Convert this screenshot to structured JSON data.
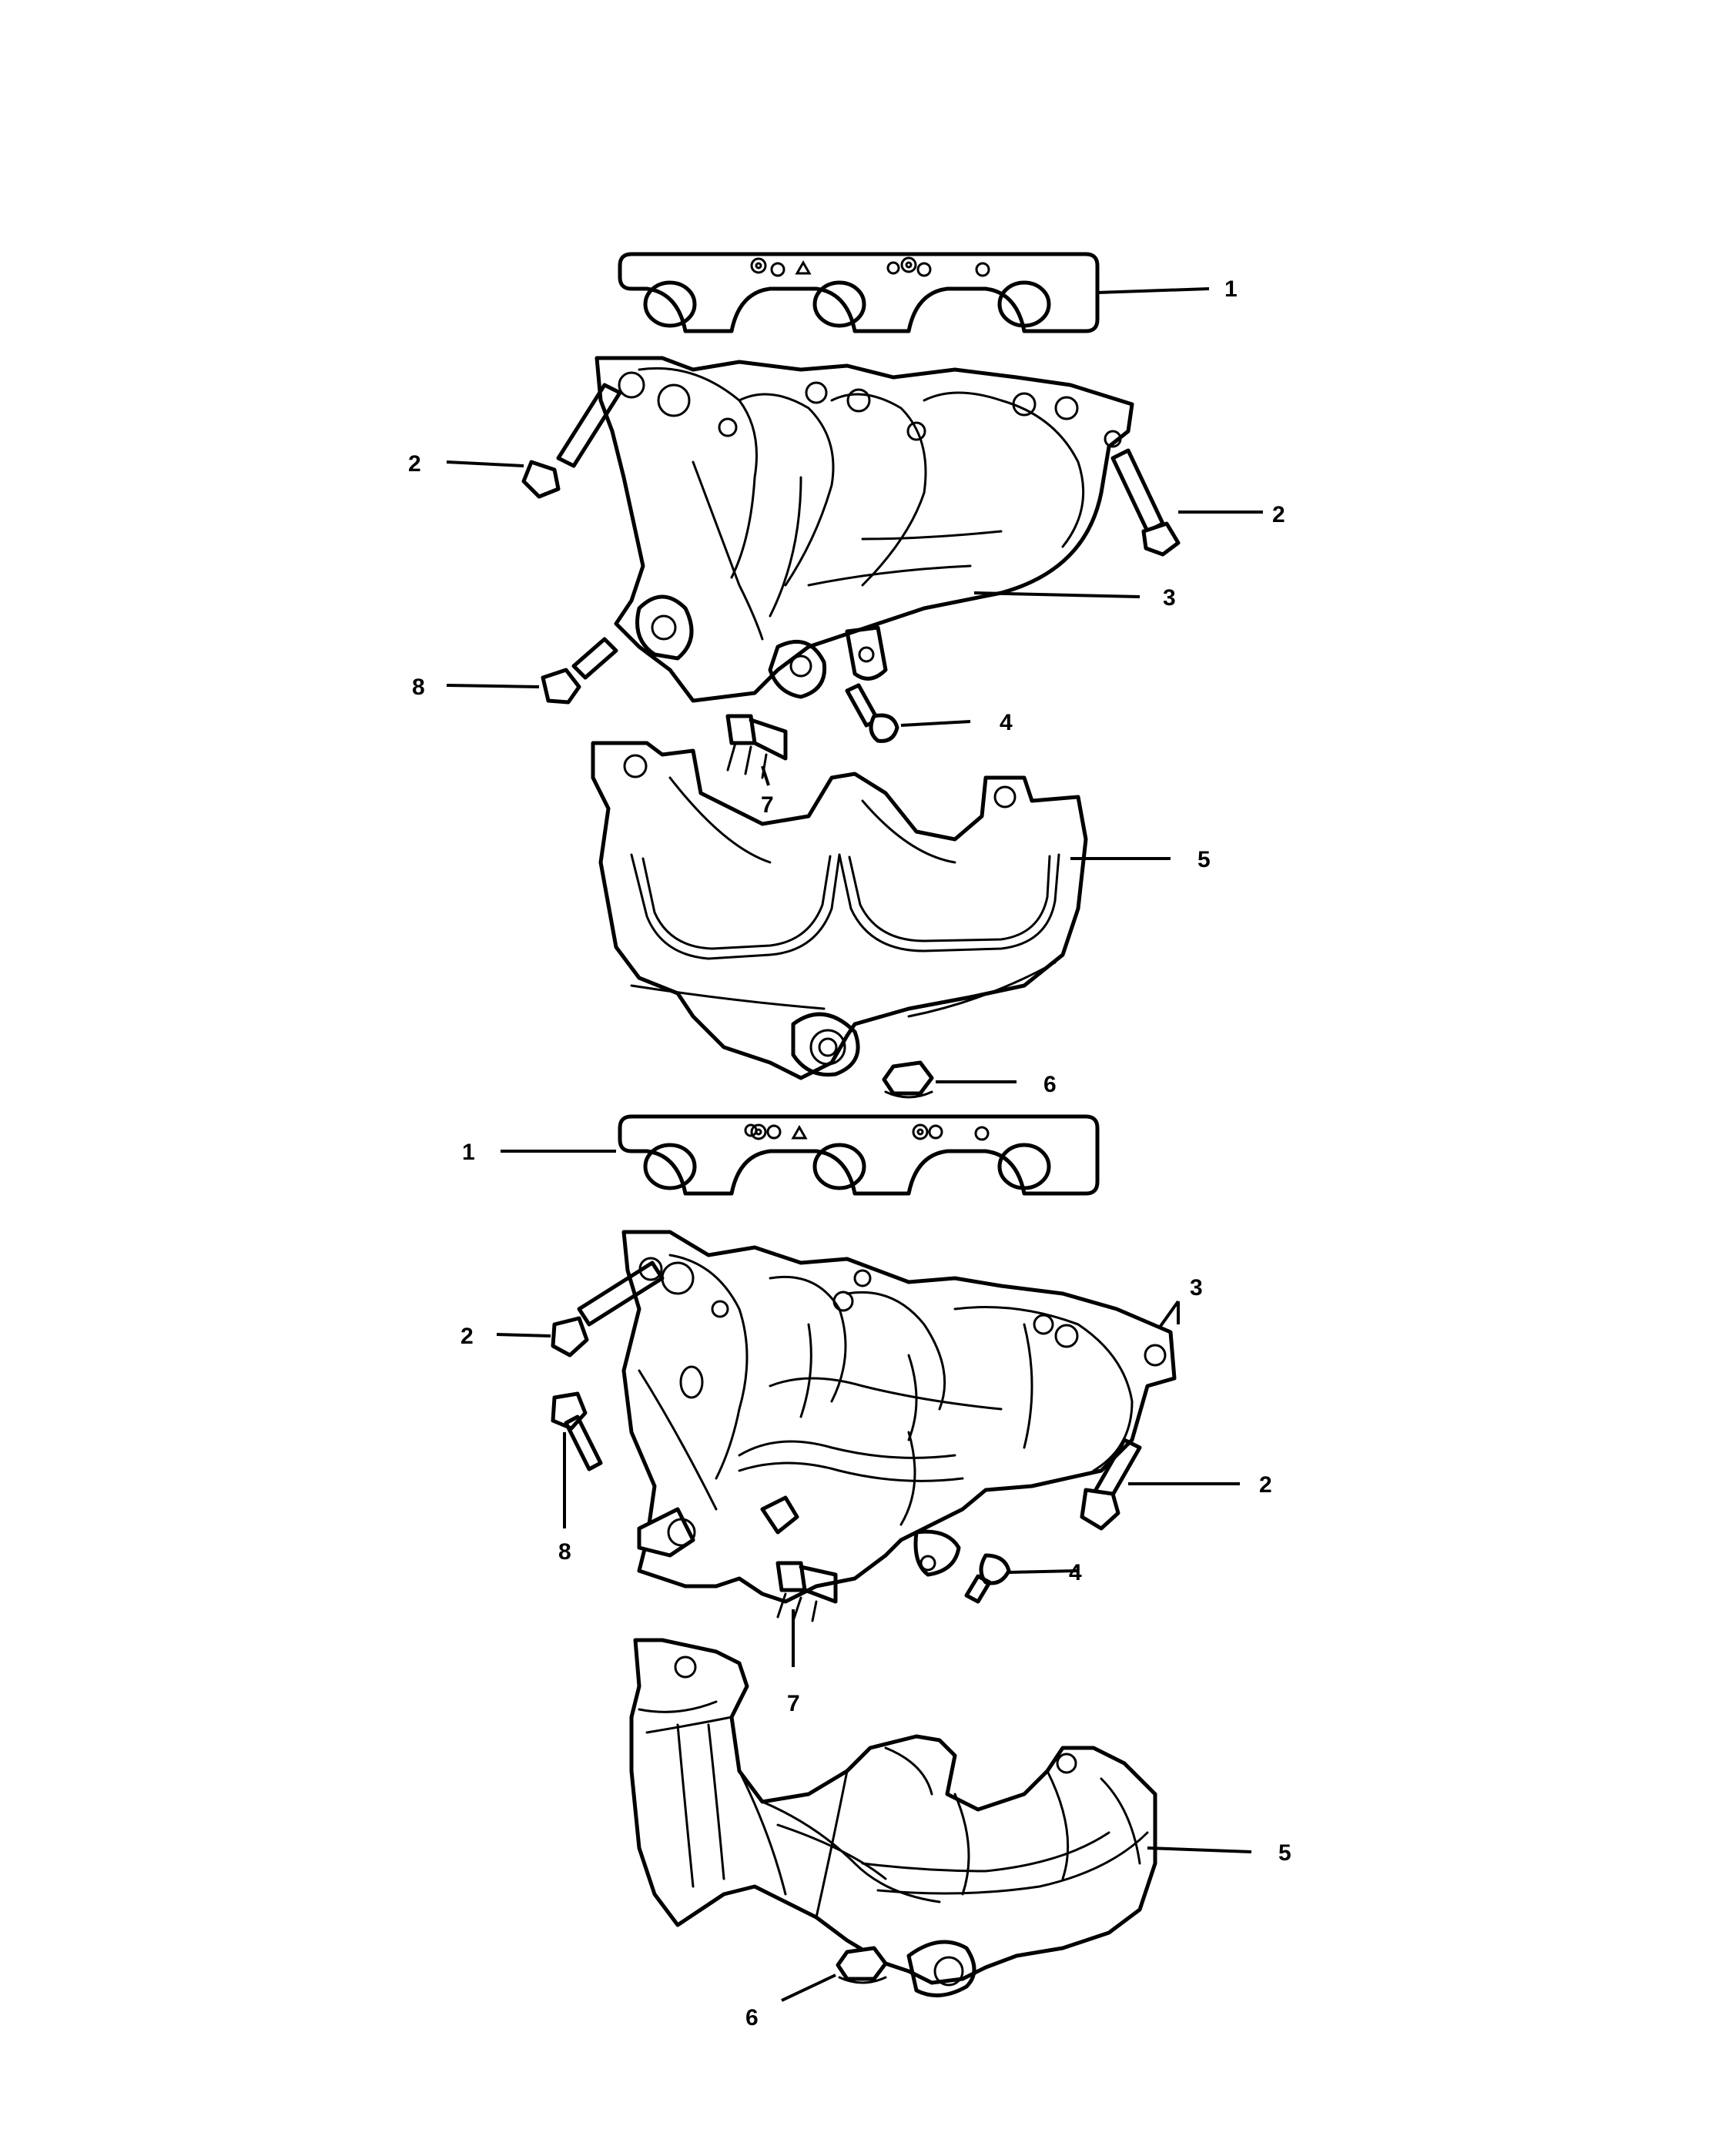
{
  "callouts": {
    "upper": {
      "gasket": "1",
      "stud_left": "2",
      "stud_right": "2",
      "manifold": "3",
      "bolt": "4",
      "heat_shield": "5",
      "nut": "6",
      "bracket": "7",
      "bolt_lower": "8"
    },
    "lower": {
      "gasket": "1",
      "stud_left": "2",
      "stud_right": "2",
      "manifold": "3",
      "bolt": "4",
      "heat_shield": "5",
      "nut": "6",
      "bracket": "7",
      "bolt_lower": "8"
    }
  }
}
